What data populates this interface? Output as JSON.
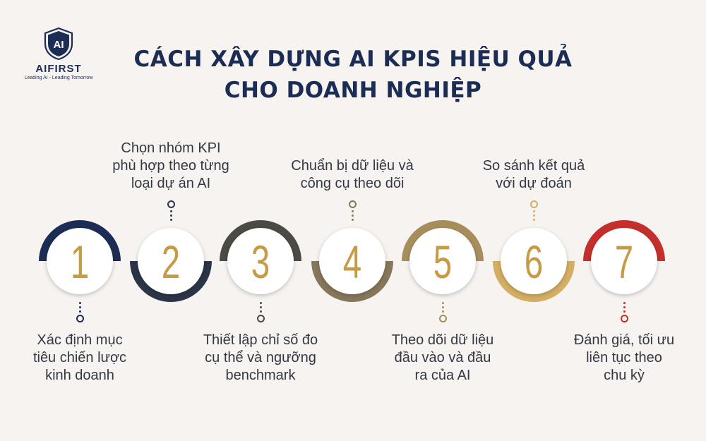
{
  "brand": {
    "logo_letters": "AI",
    "name": "AIFIRST",
    "tagline": "Leading AI - Leading Tomorrow"
  },
  "title": {
    "line1": "CÁCH XÂY DỰNG AI KPIS HIỆU QUẢ",
    "line2": "CHO DOANH NGHIỆP"
  },
  "steps": [
    {
      "number": "1",
      "color": "#1c2d55",
      "caption_lines": [
        "Xác định mục",
        "tiêu chiến lược",
        "kinh doanh"
      ]
    },
    {
      "number": "2",
      "color": "#2c3548",
      "caption_lines": [
        "Chọn nhóm KPI",
        "phù hợp theo từng",
        "loại dự án AI"
      ]
    },
    {
      "number": "3",
      "color": "#4b4a45",
      "caption_lines": [
        "Thiết lập chỉ số đo",
        "cụ thể và ngưỡng",
        "benchmark"
      ]
    },
    {
      "number": "4",
      "color": "#86775a",
      "caption_lines": [
        "Chuẩn bị dữ liệu và",
        "công cụ theo dõi"
      ]
    },
    {
      "number": "5",
      "color": "#a88d5c",
      "caption_lines": [
        "Theo dõi dữ liệu",
        "đầu vào và đầu",
        "ra của AI"
      ]
    },
    {
      "number": "6",
      "color": "#d4ae63",
      "caption_lines": [
        "So sánh kết quả",
        "với dự đoán"
      ]
    },
    {
      "number": "7",
      "color": "#c42f2c",
      "caption_lines": [
        "Đánh giá, tối ưu",
        "liên tục theo",
        "chu kỳ"
      ]
    }
  ],
  "colors": {
    "number_gold": "#c79a45",
    "title_navy": "#1c2d55",
    "background": "#f6f3f0"
  }
}
